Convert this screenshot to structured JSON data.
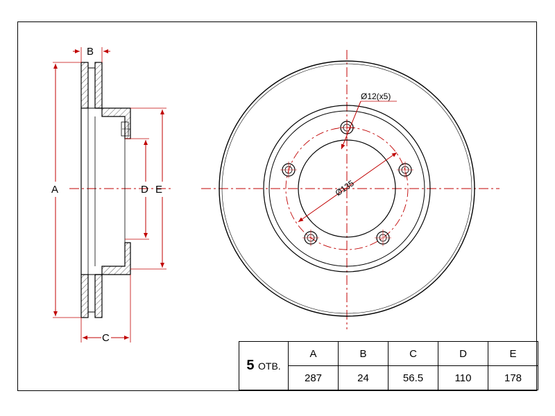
{
  "dimension_labels": {
    "a": "A",
    "b": "B",
    "c": "C",
    "d": "D",
    "e": "E"
  },
  "annotations": {
    "hole_callout": "Ø12(x5)",
    "pcd_callout": "Ø135"
  },
  "table": {
    "holes_count": "5",
    "holes_unit": "ОТВ.",
    "headers": [
      "A",
      "B",
      "C",
      "D",
      "E"
    ],
    "values": [
      "287",
      "24",
      "56.5",
      "110",
      "178"
    ]
  }
}
